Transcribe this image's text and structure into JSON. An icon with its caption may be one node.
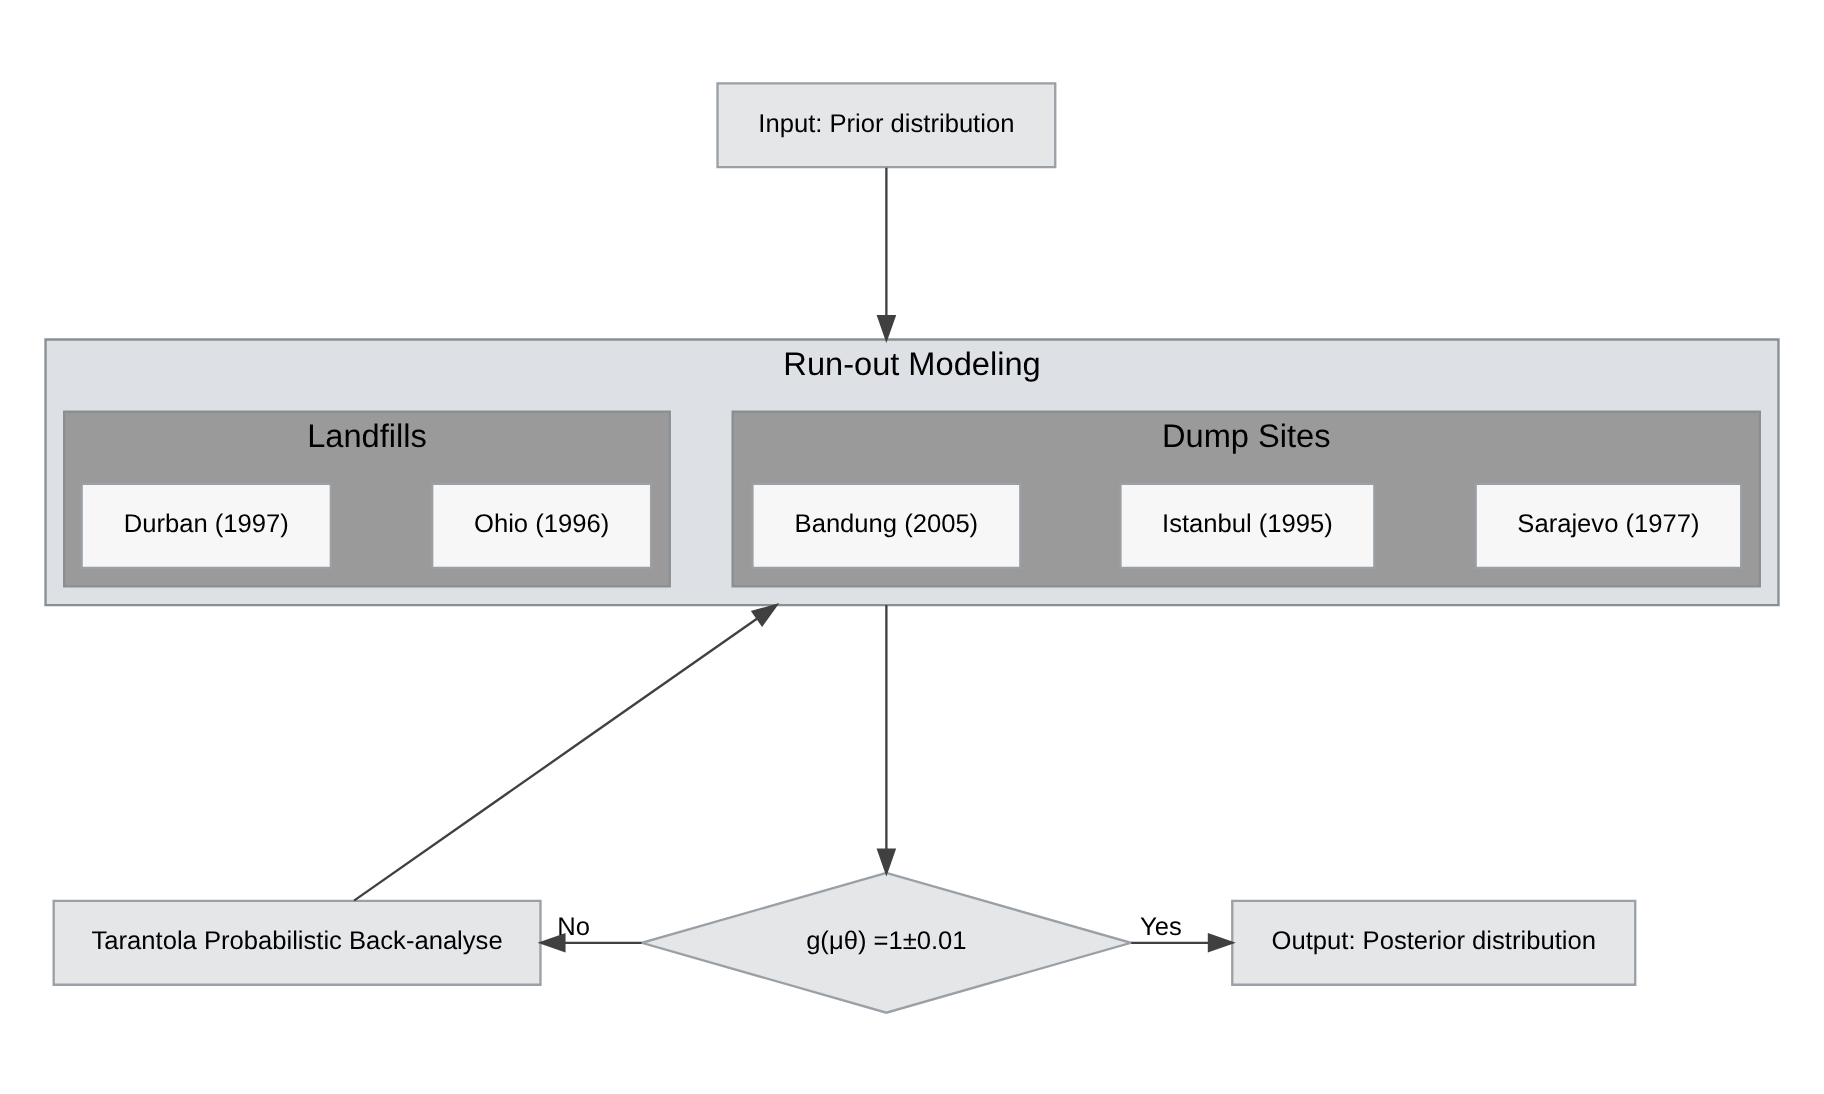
{
  "diagram": {
    "nodes": [
      {
        "text": [
          "Input: Prior distribution"
        ]
      },
      {
        "text": [
          "Run-out Modeling"
        ]
      },
      {
        "text": [
          "Dump Sites"
        ],
        "in": 1
      },
      {
        "text": [
          "Sarajevo (1977)"
        ],
        "in": 2
      },
      {
        "text": [
          "Istanbul (1995)"
        ],
        "in": 2
      },
      {
        "text": [
          "Bandung (2005)"
        ],
        "in": 2
      },
      {
        "text": [
          "Landfills"
        ],
        "in": 1
      },
      {
        "text": [
          "Ohio (1996)"
        ],
        "in": 6
      },
      {
        "text": [
          "Durban (1997)"
        ],
        "in": 6
      },
      {
        "text": [
          "g(μθ) =1±0.01"
        ]
      },
      {
        "text": [
          "Tarantola Probabilistic Back-analyse"
        ]
      },
      {
        "text": [
          "Output: Posterior distribution"
        ]
      }
    ],
    "edges": [
      {
        "from": 0,
        "to": 1,
        "arrow": "to"
      },
      {
        "from": 1,
        "to": 9,
        "arrow": "to"
      },
      {
        "from": 9,
        "to": 10,
        "label": "No",
        "arrow": "to"
      },
      {
        "from": 9,
        "to": 11,
        "label": "Yes",
        "arrow": "to"
      },
      {
        "from": 10,
        "to": 1,
        "arrow": "to"
      }
    ]
  }
}
